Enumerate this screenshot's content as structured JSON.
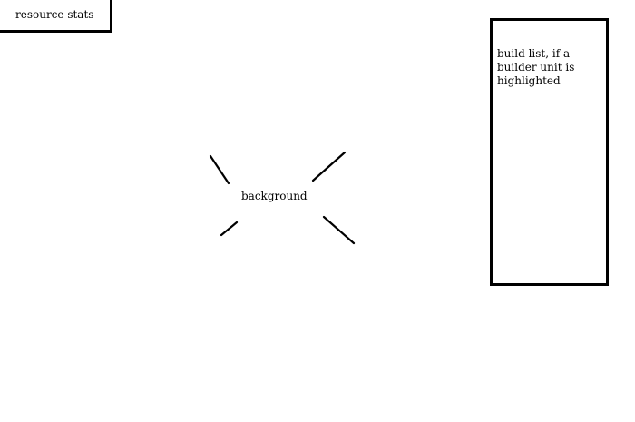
{
  "resource_panel": {
    "label": "resource stats"
  },
  "build_panel": {
    "label": "build list, if a builder unit is highlighted"
  },
  "background": {
    "label": "background"
  },
  "colors": {
    "ink": "#000000",
    "paper": "#ffffff"
  }
}
